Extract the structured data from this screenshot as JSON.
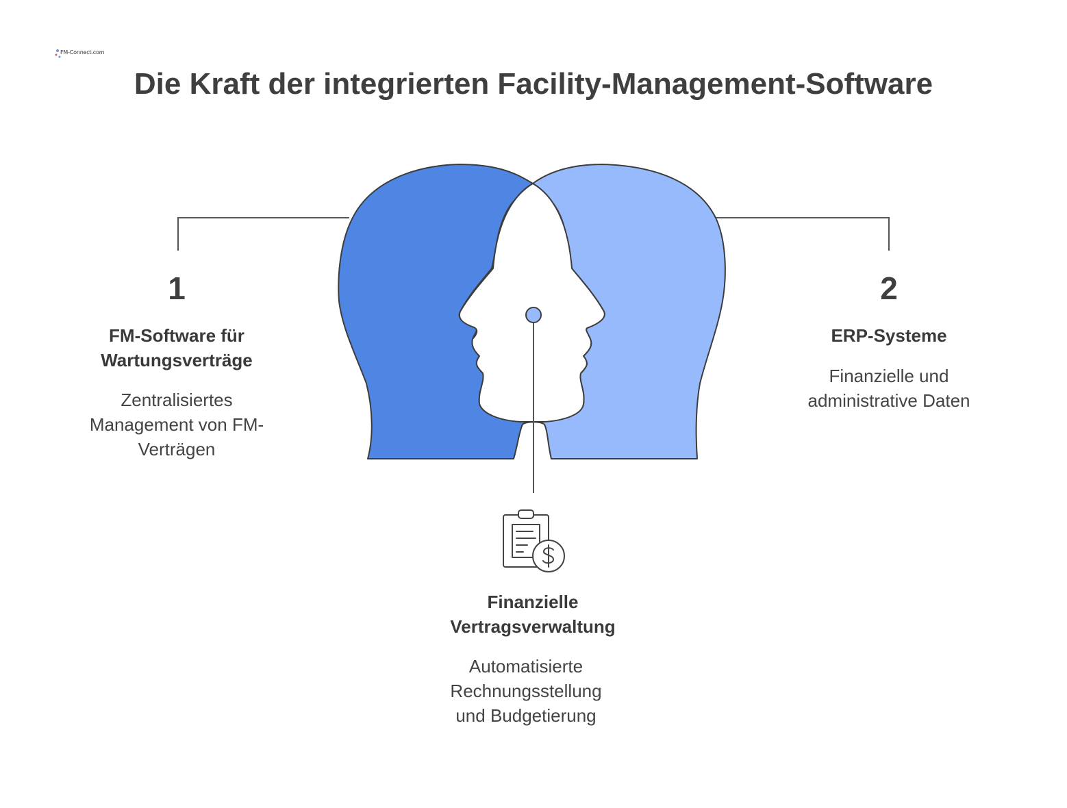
{
  "logo": {
    "text": "FM-Connect.com"
  },
  "title": "Die Kraft der integrierten Facility-Management-Software",
  "items": [
    {
      "number": "1",
      "heading": "FM-Software für\nWartungsverträge",
      "description": "Zentralisiertes\nManagement von FM-\nVerträgen"
    },
    {
      "number": "2",
      "heading": "ERP-Systeme",
      "description": "Finanzielle und\nadministrative Daten"
    },
    {
      "heading": "Finanzielle\nVertragsverwaltung",
      "description": "Automatisierte\nRechnungsstellung\nund Budgetierung",
      "icon": "clipboard-dollar-icon"
    }
  ],
  "colors": {
    "left_head": "#4F86E4",
    "right_head": "#97BAFC",
    "outline": "#3d3d3d",
    "line": "#555555"
  }
}
